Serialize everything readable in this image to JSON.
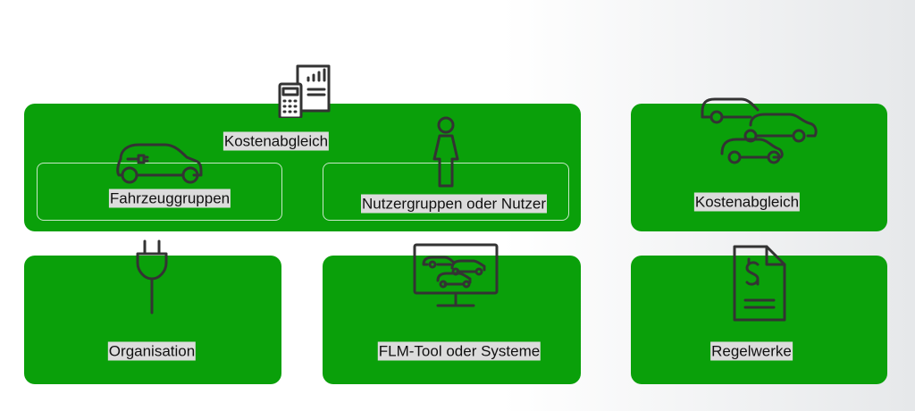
{
  "labels": {
    "cost_top": "Kostenabgleich",
    "vehicle_groups": "Fahrzeuggruppen",
    "user_groups": "Nutzergruppen oder Nutzer",
    "cost_right": "Kostenabgleich",
    "organisation": "Organisation",
    "flm_tool": "FLM-Tool oder Systeme",
    "regulations": "Regelwerke"
  },
  "colors": {
    "box": "#0aa00a",
    "icon": "#333333",
    "label_bg": "#dcdcdc"
  }
}
